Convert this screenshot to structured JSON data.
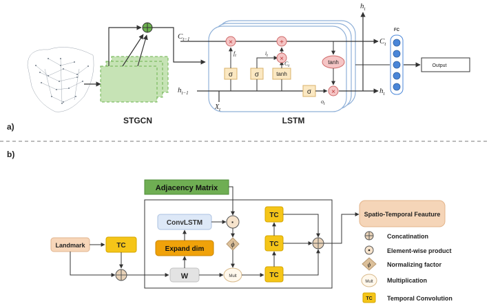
{
  "panel_a": {
    "label": "a)",
    "stgcn_caption": "STGCN",
    "lstm_caption": "LSTM",
    "fc_label": "FC",
    "output_label": "Output",
    "c_prev": "C",
    "c_prev_sub": "t−1",
    "c_next": "C",
    "c_next_sub": "t",
    "h_prev": "h",
    "h_prev_sub": "t−1",
    "h_next": "h",
    "h_next_sub": "t",
    "h_top": "h",
    "h_top_sub": "t",
    "x_in": "X",
    "x_in_sub": "t",
    "f_gate": "f",
    "f_gate_sub": "t",
    "i_gate": "i",
    "i_gate_sub": "t",
    "c_tilde": "C",
    "c_tilde_sub": "t",
    "o_gate": "o",
    "o_gate_sub": "t",
    "sigma": "σ",
    "tanh": "tanh",
    "times": "×",
    "plus": "+"
  },
  "panel_b": {
    "label": "b)",
    "adjacency": "Adjacency Matrix",
    "convlstm": "ConvLSTM",
    "expand_dim": "Expand dim",
    "w": "W",
    "mult": "Mult",
    "landmark": "Landmark",
    "tc": "TC",
    "phi": "ϕ",
    "dot": "·",
    "output": "Spatio-Temporal Feauture"
  },
  "legend": [
    {
      "symbol": "concat",
      "label": "Concatination"
    },
    {
      "symbol": "dot",
      "label": "Element-wise product"
    },
    {
      "symbol": "phi",
      "label": "Normalizing factor"
    },
    {
      "symbol": "mult",
      "label": "Multiplication"
    },
    {
      "symbol": "tc",
      "label": "Temporal Convolution"
    }
  ],
  "colors": {
    "green_fill": "#c6e3b5",
    "green_dash": "#6ab04c",
    "gate_fill": "#fbe8c2",
    "gate_border": "#d9b26a",
    "op_fill": "#f5c5c5",
    "op_border": "#cf6a6a",
    "fc_node": "#4a86d8",
    "lstm_frame": "#8fb0d8",
    "adjacency": "#6fae53",
    "tc": "#f5c518",
    "expand": "#f0a20a",
    "convlstm": "#dde8f7",
    "w_box": "#e3e3e3",
    "landmark": "#f7d6b9",
    "output_box": "#f5d5b8",
    "phi_diamond": "#dcc09a",
    "dot_circle": "#f6e3cc"
  }
}
